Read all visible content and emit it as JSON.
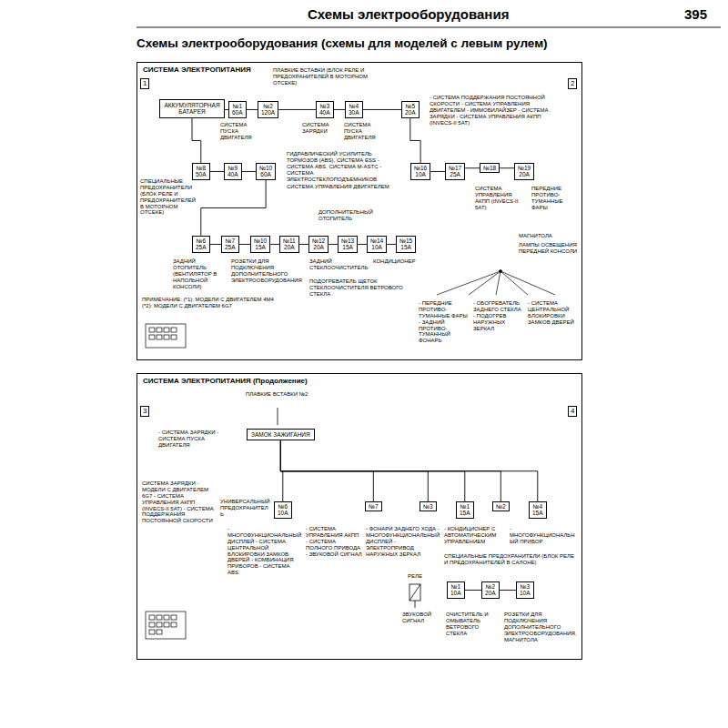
{
  "diagram": {
    "title": "Схемы электрооборудования (схемы для моделей с левым рулем)",
    "nodes": [
      {
        "text": [
          "СИСТЕМА ЭЛЕКТРОПИТАНИЯ"
        ]
      },
      {
        "text": [
          "АККУМУЛЯТОРНАЯ БАТАРЕЯ"
        ],
        "in": 0
      },
      {
        "text": [
          "№1",
          "60A"
        ],
        "in": 0
      },
      {
        "text": [
          "№2",
          "120A"
        ],
        "in": 0
      },
      {
        "text": [
          "№3",
          "40A"
        ],
        "in": 0
      },
      {
        "text": [
          "№4",
          "30A"
        ],
        "in": 0
      },
      {
        "text": [
          "№5",
          "20A"
        ],
        "in": 0
      },
      {
        "text": [
          "№8",
          "50A"
        ],
        "in": 0
      },
      {
        "text": [
          "№9",
          "40A"
        ],
        "in": 0
      },
      {
        "text": [
          "№10",
          "60A"
        ],
        "in": 0
      },
      {
        "text": [
          "№6",
          "25A"
        ],
        "in": 0
      },
      {
        "text": [
          "№7",
          "25A"
        ],
        "in": 0
      },
      {
        "text": [
          "№10",
          "15A"
        ],
        "in": 0
      },
      {
        "text": [
          "№11",
          "20A"
        ],
        "in": 0
      },
      {
        "text": [
          "№12",
          "20A"
        ],
        "in": 0
      },
      {
        "text": [
          "№13",
          "15A"
        ],
        "in": 0
      },
      {
        "text": [
          "№14",
          "10A"
        ],
        "in": 0
      },
      {
        "text": [
          "№15",
          "15A"
        ],
        "in": 0
      },
      {
        "text": [
          "№16",
          "10A"
        ],
        "in": 0
      },
      {
        "text": [
          "№17",
          "25A"
        ],
        "in": 0
      },
      {
        "text": [
          "№18"
        ],
        "in": 0
      },
      {
        "text": [
          "№19",
          "20A"
        ],
        "in": 0
      },
      {
        "text": [
          "СИСТЕМА ЭЛЕКТРОПИТАНИЯ (Продолжение)"
        ]
      },
      {
        "text": [
          "ЗАМОК ЗАЖИГАНИЯ"
        ],
        "in": 22
      },
      {
        "text": [
          "№6",
          "10A"
        ],
        "in": 22
      },
      {
        "text": [
          "№7"
        ],
        "in": 22
      },
      {
        "text": [
          "№3"
        ],
        "in": 22
      },
      {
        "text": [
          "№1",
          "15A"
        ],
        "in": 22
      },
      {
        "text": [
          "№2"
        ],
        "in": 22
      },
      {
        "text": [
          "№4",
          "15A"
        ],
        "in": 22
      },
      {
        "text": [
          "№1",
          "10A"
        ],
        "in": 22
      },
      {
        "text": [
          "№2",
          "20A"
        ],
        "in": 22
      },
      {
        "text": [
          "№3",
          "10A"
        ],
        "in": 22
      }
    ],
    "edges": [
      {
        "from": 1,
        "to": 2,
        "arrow": "none"
      },
      {
        "from": 2,
        "to": 3,
        "arrow": "none"
      },
      {
        "from": 3,
        "to": 4,
        "arrow": "none"
      },
      {
        "from": 4,
        "to": 5,
        "arrow": "none"
      },
      {
        "from": 5,
        "to": 6,
        "arrow": "none"
      },
      {
        "from": 1,
        "to": 7,
        "arrow": "none"
      },
      {
        "from": 7,
        "to": 8,
        "arrow": "none"
      },
      {
        "from": 8,
        "to": 9,
        "arrow": "none"
      },
      {
        "from": 9,
        "to": 10,
        "arrow": "none"
      },
      {
        "from": 10,
        "to": 11,
        "arrow": "none"
      },
      {
        "from": 11,
        "to": 12,
        "arrow": "none"
      },
      {
        "from": 12,
        "to": 13,
        "arrow": "none"
      },
      {
        "from": 13,
        "to": 14,
        "arrow": "none"
      },
      {
        "from": 14,
        "to": 15,
        "arrow": "none"
      },
      {
        "from": 15,
        "to": 16,
        "arrow": "none"
      },
      {
        "from": 16,
        "to": 17,
        "arrow": "none"
      },
      {
        "from": 6,
        "to": 18,
        "arrow": "none"
      },
      {
        "from": 18,
        "to": 19,
        "arrow": "none"
      },
      {
        "from": 19,
        "to": 20,
        "arrow": "none"
      },
      {
        "from": 20,
        "to": 21,
        "arrow": "none"
      },
      {
        "from": 23,
        "to": 24,
        "arrow": "none"
      },
      {
        "from": 23,
        "to": 25,
        "arrow": "none"
      },
      {
        "from": 23,
        "to": 26,
        "arrow": "none"
      },
      {
        "from": 23,
        "to": 27,
        "arrow": "none"
      },
      {
        "from": 23,
        "to": 28,
        "arrow": "none"
      },
      {
        "from": 23,
        "to": 29,
        "arrow": "none"
      },
      {
        "from": 30,
        "to": 31,
        "arrow": "none"
      },
      {
        "from": 31,
        "to": 32,
        "arrow": "none"
      }
    ],
    "labels": [
      "Схемы электрооборудования",
      "395",
      "1",
      "ПЛАВКИЕ ВСТАВКИ (БЛОК РЕЛЕ И ПРЕДОХРАНИТЕЛЕЙ В МОТОРНОМ ОТСЕКЕ)",
      "2",
      "СИСТЕМА ПУСКА ДВИГАТЕЛЯ",
      "СИСТЕМА ЗАРЯДКИ",
      "СИСТЕМА ПУСКА ДВИГАТЕЛЯ",
      "- СИСТЕМА ПОДДЕРЖАНИЯ ПОСТОЯННОЙ СКОРОСТИ - СИСТЕМА УПРАВЛЕНИЯ ДВИГАТЕЛЕМ - ИММОБИЛАЙЗЕР - СИСТЕМА ЗАРЯДКИ - СИСТЕМА УПРАВЛЕНИЯ АКПП (INVECS-II 5AT)",
      "СПЕЦИАЛЬНЫЕ ПРЕДОХРАНИТЕЛИ (БЛОК РЕЛЕ И ПРЕДОХРАНИТЕЛЕЙ В МОТОРНОМ ОТСЕКЕ)",
      "ГИДРАВЛИЧЕСКИЙ УСИЛИТЕЛЬ ТОРМОЗОВ (ABS), СИСТЕМА ESS - СИСТЕМА ABS, СИСТЕМА M-ASTC - СИСТЕМА ЭЛЕКТРОСТЕКЛОПОДЪЕМНИКОВ",
      "СИСТЕМА УПРАВЛЕНИЯ ДВИГАТЕЛЕМ",
      "ДОПОЛНИТЕЛЬНЫЙ ОТОПИТЕЛЬ",
      "СИСТЕМА УПРАВЛЕНИЯ АКПП (INVECS-II 5AT)",
      "ПЕРЕДНИЕ ПРОТИВО-ТУМАННЫЕ ФАРЫ",
      "МАГНИТОЛА",
      "ЛАМПЫ ОСВЕЩЕНИЯ ПЕРЕДНЕЙ КОНСОЛИ",
      "ЗАДНИЙ ОТОПИТЕЛЬ (ВЕНТИЛЯТОР В НАПОЛЬНОЙ КОНСОЛИ)",
      "РОЗЕТКИ ДЛЯ ПОДКЛЮЧЕНИЯ ДОПОЛНИТЕЛЬНОГО ЭЛЕКТРООБОРУДОВАНИЯ",
      "ЗАДНИЙ СТЕКЛООЧИСТИТЕЛЬ",
      "КОНДИЦИОНЕР",
      "ПОДОГРЕВАТЕЛЬ ЩЕТОК СТЕКЛООЧИСТИТЕЛЯ ВЕТРОВОГО СТЕКЛА",
      "ПРИМЕЧАНИЕ: (*1): МОДЕЛИ С ДВИГАТЕЛЕМ 4M4 (*2): МОДЕЛИ С ДВИГАТЕЛЕМ 6G7",
      "- ПЕРЕДНИЕ ПРОТИВО-ТУМАННЫЕ ФАРЫ - ЗАДНИЙ ПРОТИВО-ТУМАННЫЙ ФОНАРЬ",
      "- ОБОГРЕВАТЕЛЬ ЗАДНЕГО СТЕКЛА - ПОДОГРЕВ НАРУЖНЫХ ЗЕРКАЛ",
      "- СИСТЕМА ЦЕНТРАЛЬНОЙ БЛОКИРОВКИ ЗАМКОВ ДВЕРЕЙ",
      "3",
      "4",
      "ПЛАВКИЕ ВСТАВКИ №2",
      "- СИСТЕМА ЗАРЯДКИ - СИСТЕМА ПУСКА ДВИГАТЕЛЯ",
      "СИСТЕМА ЗАРЯДКИ - МОДЕЛИ С ДВИГАТЕЛЕМ 6G7 - СИСТЕМА УПРАВЛЕНИЯ АКПП (INVECS-II 5AT) - СИСТЕМА ПОДДЕРЖАНИЯ ПОСТОЯННОЙ СКОРОСТИ",
      "УНИВЕРСАЛЬНЫЙ ПРЕДОХРАНИТЕЛЬ",
      "- МНОГОФУНКЦИОНАЛЬНЫЙ ДИСПЛЕЙ - СИСТЕМА ЦЕНТРАЛЬНОЙ БЛОКИРОВКИ ЗАМКОВ ДВЕРЕЙ - КОМБИНАЦИЯ ПРИБОРОВ - СИСТЕМА ABS",
      "- СИСТЕМА УПРАВЛЕНИЯ АКПП - СИСТЕМА ПОЛНОГО ПРИВОДА - ЗВУКОВОЙ СИГНАЛ",
      "- ФОНАРИ ЗАДНЕГО ХОДА - МНОГОФУНКЦИОНАЛЬНЫЙ ДИСПЛЕЙ - ЭЛЕКТРОПРИВОД НАРУЖНЫХ ЗЕРКАЛ",
      "- КОНДИЦИОНЕР С АВТОМАТИЧЕСКИМ УПРАВЛЕНИЕМ",
      "- МНОГОФУНКЦИОНАЛЬНЫЙ ПРИБОР",
      "СПЕЦИАЛЬНЫЕ ПРЕДОХРАНИТЕЛИ (БЛОК РЕЛЕ И ПРЕДОХРАНИТЕЛЕЙ В САЛОНЕ)",
      "РЕЛЕ",
      "ЗВУКОВОЙ СИГНАЛ",
      "ОЧИСТИТЕЛЬ И ОМЫВАТЕЛЬ ВЕТРОВОГО СТЕКЛА",
      "РОЗЕТКИ ДЛЯ ПОДКЛЮЧЕНИЯ ДОПОЛНИТЕЛЬНОГО ЭЛЕКТРООБОРУДОВАНИЯ, МАГНИТОЛА"
    ]
  }
}
